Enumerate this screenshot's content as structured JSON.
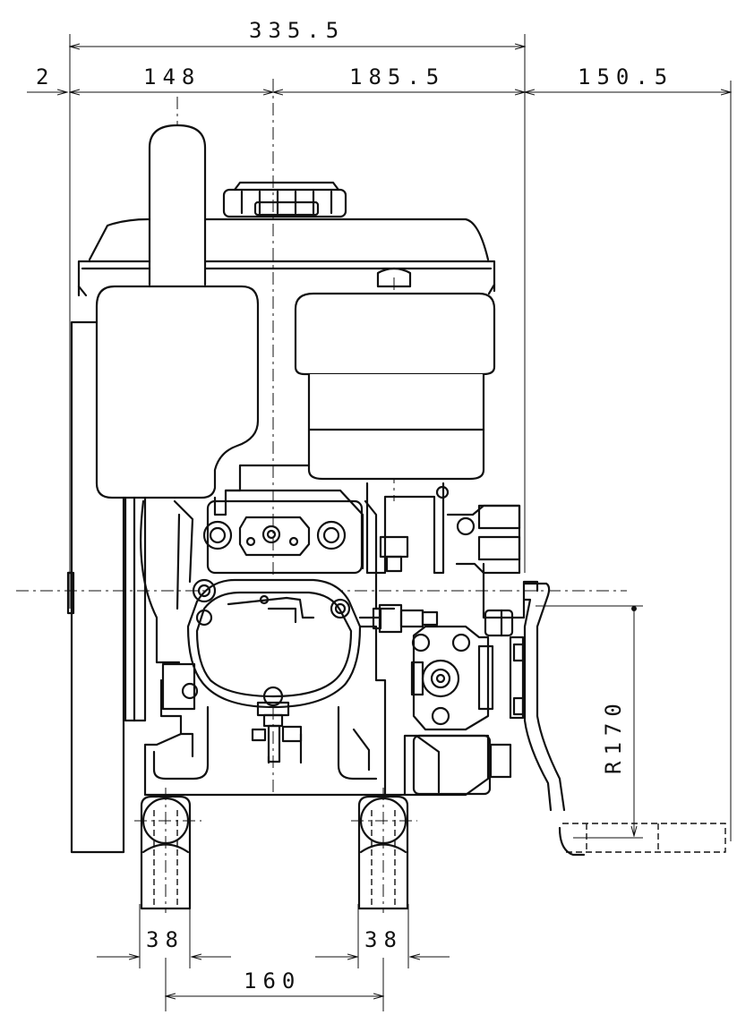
{
  "drawing": {
    "dimensions": {
      "overall_width": "335.5",
      "left_offset": "2",
      "left_to_center": "148",
      "center_to_right": "185.5",
      "crank_extension": "150.5",
      "crank_radius": "R170",
      "mount_width_left": "38",
      "mount_width_right": "38",
      "mount_spacing": "160"
    }
  }
}
